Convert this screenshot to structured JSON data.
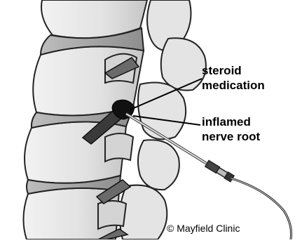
{
  "labels": {
    "steroid": [
      "steroid",
      "medication"
    ],
    "nerve": [
      "inflamed",
      "nerve root"
    ]
  },
  "credit": "© Mayfield Clinic"
}
